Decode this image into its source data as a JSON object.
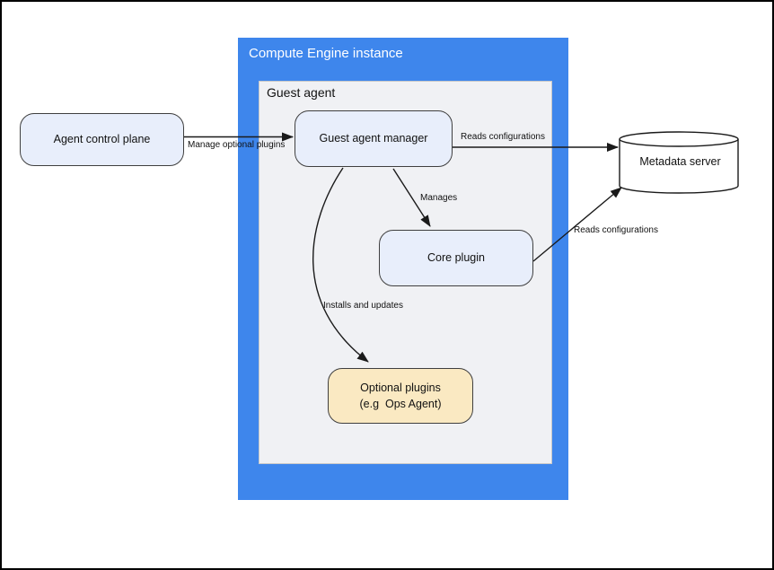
{
  "canvas": {
    "title": "Compute Engine instance",
    "panel_label": "Guest agent"
  },
  "nodes": {
    "agent_control_plane": {
      "label": "Agent control plane"
    },
    "guest_agent_manager": {
      "label": "Guest agent manager"
    },
    "core_plugin": {
      "label": "Core plugin"
    },
    "optional_plugins": {
      "label_line1": "Optional plugins",
      "label_line2": "(e.g  Ops Agent)"
    },
    "metadata_server": {
      "label": "Metadata server"
    }
  },
  "edges": {
    "manage_optional_plugins": {
      "label": "Manage optional plugins",
      "from": "agent_control_plane",
      "to": "guest_agent_manager"
    },
    "manager_reads_configurations": {
      "label": "Reads configurations",
      "from": "guest_agent_manager",
      "to": "metadata_server"
    },
    "manages": {
      "label": "Manages",
      "from": "guest_agent_manager",
      "to": "core_plugin"
    },
    "core_reads_configurations": {
      "label": "Reads configurations",
      "from": "core_plugin",
      "to": "metadata_server"
    },
    "installs_and_updates": {
      "label": "Installs and updates",
      "from": "guest_agent_manager",
      "to": "optional_plugins"
    }
  },
  "colors": {
    "container_blue": "#3e86ec",
    "panel_gray": "#f0f1f4",
    "node_blue_fill": "#e8eefb",
    "node_yellow_fill": "#fae9c2",
    "node_border": "#3f3f3f",
    "arrow": "#1a1a1a",
    "title_text": "#ffffff"
  }
}
